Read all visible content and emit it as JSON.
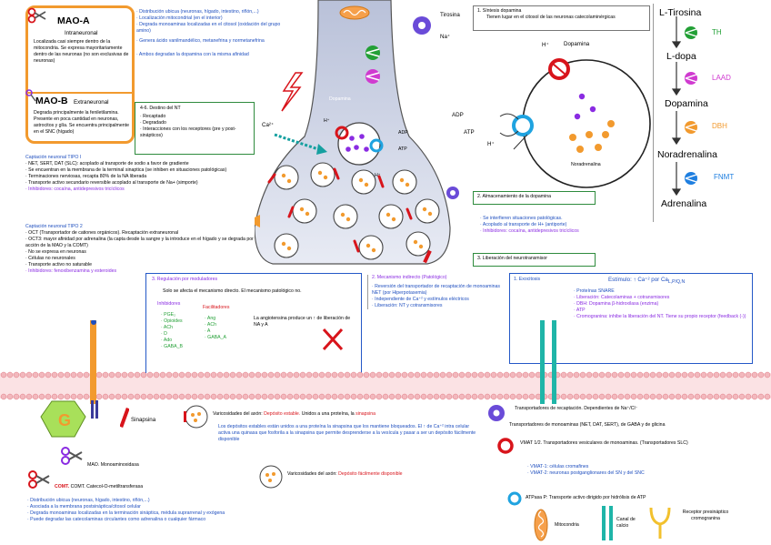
{
  "mao_a": {
    "title": "MAO-A",
    "subtitle": "Intraneuronal",
    "text": "Localizada casi siempre dentro de la mitocondria. Se expresa mayoritariamente dentro de las neuronas (no son exclusivas de neuronas)"
  },
  "mao_b": {
    "title": "MAO-B",
    "subtitle": "Extraneuronal",
    "text": "Degrada principalmente la feniletilamina. Presente en poca cantidad en neuronas, astrocitos y glía. Se encuentra principalmente en el SNC (hígado)"
  },
  "top_list": [
    "Distribución ubicua (neuronas, hígado, intestino, riñón,...)",
    "Localización mitocondrial (en el interior)",
    "Degrada monoaminas localizadas en el citosol (oxidación del grupo amino)",
    "Genera ácido vanilmandélico, metanefrina y normetanefrina",
    "Ambos degradan la dopamina con la misma afinidad"
  ],
  "destino": {
    "title": "4-6. Destino del NT",
    "items": [
      "Recaptado",
      "Degradado",
      "Interacciones con los receptores (pre y post-sinápticos)"
    ]
  },
  "captacion1": {
    "title": "Captación neuronal TIPO I",
    "items": [
      "NET, SERT, DAT (SLC): acoplado al transporte de sodio a favor de gradiente",
      "Se encuentran en la membrana de la terminal sinaptica (se inhiben en situaciones patológicas)",
      "Terminaciones nerviosas, recapta 80% de la NA liberada",
      "Transporte activo secundario reversible acoplado al transporte de Na+ (simporte)",
      "Inhibidores: cocaína, antidepresivos tricíclicos"
    ]
  },
  "captacion2": {
    "title": "Captación neuronal TIPO 2",
    "items": [
      "OCT (Transportador de cationes orgánicos). Recaptación extraneuronal",
      "OCT3: mayor afinidad por adrenalina (la capta desde la sangre y la introduce en el hígado y se degrada por acción de la MAO y la COMT)",
      "No se expresa en neuronas",
      "Células no neuronales",
      "Transporte activo no saturable",
      "Inhibidores: fenoxibenzamina y esteroides"
    ]
  },
  "neuron": {
    "tirosina": "Tirosina",
    "na": "Na⁺",
    "ca": "Ca²⁺",
    "dopamina": "Dopamina",
    "h_plus": "H⁺",
    "adp": "ADP",
    "atp": "ATP"
  },
  "sintesis": {
    "title": "1. Síntesis dopamina",
    "text": "Tienen lugar en el citosol de las neuronas catecolaminérgicas"
  },
  "vesicle": {
    "dopamina": "Dopamina",
    "noradrenalina": "Noradrenalina",
    "h_plus_a": "H⁺",
    "h_plus_b": "H⁺",
    "adp": "ADP",
    "atp": "ATP"
  },
  "pathway": {
    "tirosina": "L-Tirosina",
    "th": "TH",
    "ldopa": "L-dopa",
    "laad": "LAAD",
    "dopamina": "Dopamina",
    "dbh": "DBH",
    "noradrenalina": "Noradrenalina",
    "fnmt": "FNMT",
    "adrenalina": "Adrenalina"
  },
  "almacenamiento": {
    "title": "2. Almacenamiento de la dopamina",
    "items": [
      "Se interfieren situaciones patológicas.",
      "Acoplado al transporte de H+ (antiporte)",
      "Inhibidores: cocaína, antidepresivos tricíclicos"
    ]
  },
  "liberacion": {
    "title": "3. Liberación del neurotransmisor",
    "exocitosis": "1. Exocitosis",
    "estimulo": "Estímulo: ↑ Ca⁺² por Ca",
    "estimulo_sub": "L,P/Q,N",
    "items": [
      "Proteínas SNARE",
      "Liberación: Catecolaminas + cotransmisores",
      "DBH: Dopamina β-hidroxilasa (enzima)",
      "ATP",
      "Cromogranina: inhibe la liberación del NT. Tiene su propio receptor (feedback (-))"
    ]
  },
  "regulacion": {
    "title": "3. Regulación por moduladores",
    "subtitle": "Solo se afecta el mecanismo directo. El mecanismo patológico no.",
    "inhib_title": "Inhibidores",
    "inhib": [
      "PGE₂",
      "Opioides",
      "ACh",
      "D",
      "Ado",
      "GABA_B"
    ],
    "facil_title": "Facilitadores",
    "facil": [
      "Ang",
      "ACh",
      "A",
      "GABA_A"
    ],
    "note": "La angiotensina produce un ↑ de liberación de NA y A"
  },
  "mecanismo": {
    "title": "2. Mecanismo indirecto (Patológico)",
    "items": [
      "Reversión del transportador de recaptación de monoaminas NET (por Hiperpotasemia)",
      "Independiente de Ca⁺² y estímulos eléctricos",
      "Liberación: NT y cotransmisores"
    ]
  },
  "bottom": {
    "sinapsina": "Sinapsina",
    "varicosidades1_a": "Varicosidades del axón:",
    "varicosidades1_b": "Depósito estable.",
    "varicosidades1_c": "Unidos a una proteína, la",
    "varicosidades1_d": "sinapsina",
    "depositos": "Los depósitos estables están unidos a una proteína la sinapsina que los mantiene bloqueados. El ↑ de Ca⁺² intra celular activa una quinasa que fosforila a la sinapsina que permite desprenderse a la vesícula y pasar a ser un depósito fácilmente disponible",
    "varicosidades2_a": "Varicosidades del axón:",
    "varicosidades2_b": "Depósito fácilmente disponible",
    "mao_legend": "MAO. Monoaminoxidasa",
    "comt_legend": "COMT. Catecol-O-metiltransferasa",
    "comt_list": [
      "Distribución ubicua (neuronas, hígado, intestino, riñón,...)",
      "Asociada a la membrana postsináptica/citosol celular",
      "Degrada monoaminas localizadas en la terminación sináptica, médula suprarrenal y exógena",
      "Puede degradar las catecolaminas circulantes como adrenalina o cualquier fármaco"
    ],
    "transp_recaptacion": "Transportadores de recaptación. Dependientes de Na⁺/Cl⁻",
    "transp_monoaminas": "Transportadores de monoaminas (NET, DAT, SERT), de GABA y de glicina",
    "vmat_title": "VMAT 1/2. Transportadores vesiculares de monoaminas. (Transportadores SLC)",
    "vmat_items": [
      "VMAT-1: células cromafines",
      "VMAT-2: neuronas postganglionares del SN y del SNC"
    ],
    "atpasa": "ATPasa P: Transporte activo dirigido por hidrólisis de ATP",
    "mitocondria": "Mitocondria",
    "canal_calcio": "Canal de calcio",
    "receptor": "Receptor presináptico cromogranina",
    "g_label": "G"
  }
}
